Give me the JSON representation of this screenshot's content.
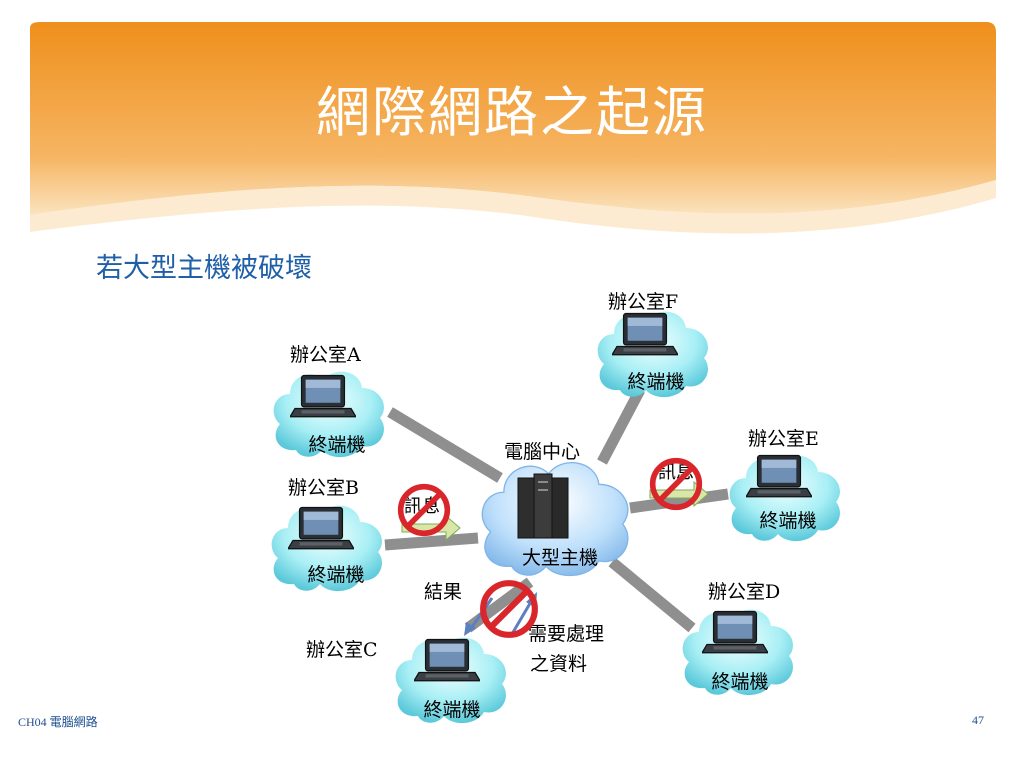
{
  "title": "網際網路之起源",
  "subtitle": "若大型主機被破壞",
  "footer": {
    "left": "CH04 電腦網路",
    "right": "47"
  },
  "colors": {
    "header_orange": "#f29b2c",
    "header_light": "#f8c77a",
    "cloud_light": "#d9fbff",
    "cloud_mid": "#7fe0ec",
    "center_cloud": "#bfe3ff",
    "link_gray": "#8f8f8f",
    "forbid_red": "#d9262a",
    "subtitle_blue": "#1e5fa8"
  },
  "center": {
    "top_label": "電腦中心",
    "bottom_label": "大型主機",
    "icon": "mainframe-server-icon"
  },
  "offices": [
    {
      "id": "a",
      "name": "辦公室A",
      "terminal": "終端機"
    },
    {
      "id": "b",
      "name": "辦公室B",
      "terminal": "終端機"
    },
    {
      "id": "c",
      "name": "辦公室C",
      "terminal": "終端機"
    },
    {
      "id": "d",
      "name": "辦公室D",
      "terminal": "終端機"
    },
    {
      "id": "e",
      "name": "辦公室E",
      "terminal": "終端機"
    },
    {
      "id": "f",
      "name": "辦公室F",
      "terminal": "終端機"
    }
  ],
  "annotations": {
    "message_b": "訊息",
    "message_e": "訊息",
    "result": "結果",
    "data_line1": "需要處理",
    "data_line2": "之資料"
  }
}
